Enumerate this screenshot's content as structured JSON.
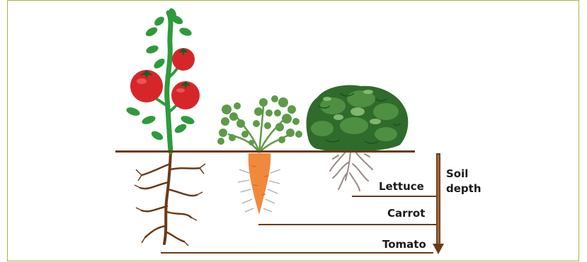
{
  "labels": {
    "lettuce": "Lettuce",
    "carrot": "Carrot",
    "tomato": "Tomato",
    "soil_line1": "Soil",
    "soil_line2": "depth"
  },
  "colors": {
    "frame": "#a4b43c",
    "soil": "#6b3a17",
    "tomato_fruit": "#d7262a",
    "stem_green": "#2f9a3c",
    "leaf_green": "#5d9b48",
    "carrot_orange": "#f0893c",
    "lettuce_green": "#2f6b2a"
  },
  "icons": [
    "tomato-plant-icon",
    "carrot-plant-icon",
    "lettuce-plant-icon",
    "root-depth-arrow-icon"
  ]
}
